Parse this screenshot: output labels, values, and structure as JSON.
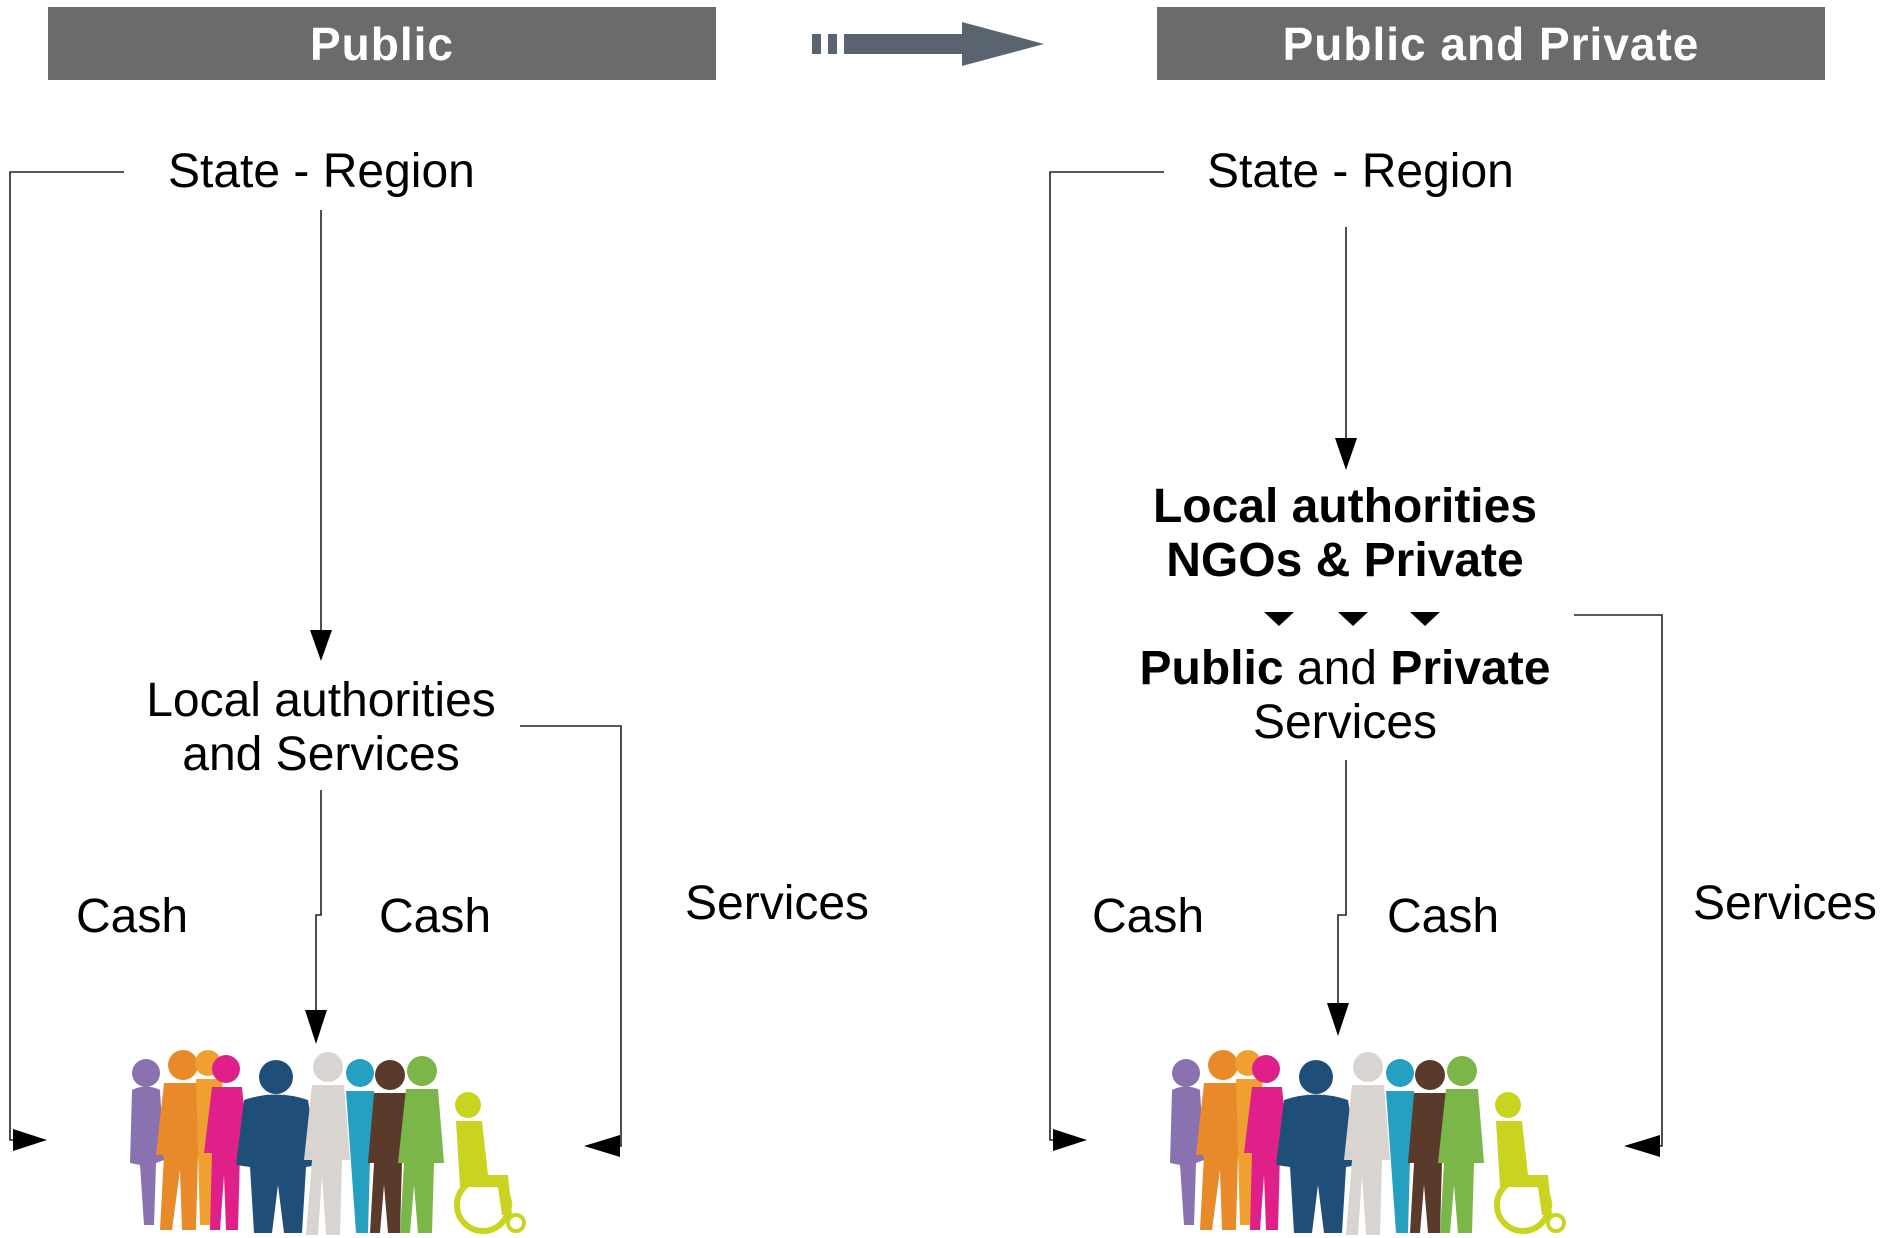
{
  "left_panel": {
    "header": "Public",
    "state_region": "State - Region",
    "local_line1": "Local authorities",
    "local_line2": "and Services",
    "cash_left": "Cash",
    "cash_right": "Cash",
    "services": "Services"
  },
  "right_panel": {
    "header": "Public and Private",
    "state_region": "State - Region",
    "local_line1": "Local authorities",
    "local_line2": "NGOs & Private",
    "services_public": "Public",
    "services_and": "and",
    "services_private": "Private",
    "services_word": "Services",
    "cash_left": "Cash",
    "cash_right": "Cash",
    "services": "Services"
  },
  "colors": {
    "header_bg": "#6b6b6b",
    "arrow": "#5a6470",
    "line": "#222222",
    "people": [
      "#8a72b0",
      "#e88a2a",
      "#f0a030",
      "#e0208a",
      "#1f4e79",
      "#d8d4d0",
      "#26a0c0",
      "#5a3a2a",
      "#7ab648",
      "#c8d420"
    ]
  },
  "icons": {
    "transition_arrow": "dashed-right-arrow-icon",
    "people_group": "people-group-icon"
  }
}
